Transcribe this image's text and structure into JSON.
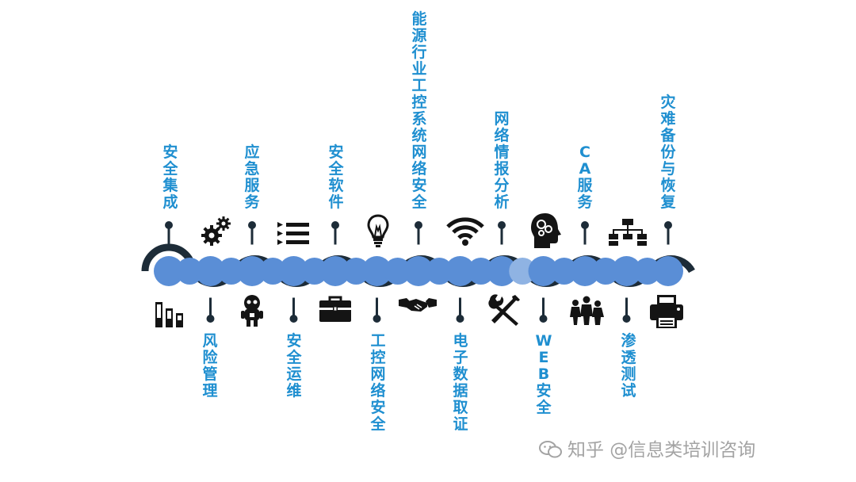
{
  "colors": {
    "wave": "#1d2c38",
    "node": "#5a8ed6",
    "node_light": "#8fb3e3",
    "label": "#1f8fd0",
    "icon": "#141414",
    "watermark": "#9a9a9a"
  },
  "timeline": {
    "items": [
      {
        "label": "安全集成",
        "position": "top",
        "icon": "bar-chart-icon"
      },
      {
        "label": "风险管理",
        "position": "bottom",
        "icon": "gears-icon"
      },
      {
        "label": "应急服务",
        "position": "top",
        "icon": "robot-icon"
      },
      {
        "label": "安全运维",
        "position": "bottom",
        "icon": "list-icon"
      },
      {
        "label": "安全软件",
        "position": "top",
        "icon": "briefcase-icon"
      },
      {
        "label": "工控网络安全",
        "position": "bottom",
        "icon": "lightbulb-icon"
      },
      {
        "label": "能源行业工控系统网络安全",
        "position": "top",
        "icon": "handshake-icon"
      },
      {
        "label": "电子数据取证",
        "position": "bottom",
        "icon": "wifi-icon"
      },
      {
        "label": "网络情报分析",
        "position": "top",
        "icon": "tools-icon"
      },
      {
        "label": "WEB安全",
        "position": "bottom",
        "icon": "head-gears-icon"
      },
      {
        "label": "CA服务",
        "position": "top",
        "icon": "team-icon"
      },
      {
        "label": "渗透测试",
        "position": "bottom",
        "icon": "hierarchy-icon"
      },
      {
        "label": "灾难备份与恢复",
        "position": "top",
        "icon": "printer-icon"
      }
    ]
  },
  "watermark": {
    "text": "知乎 @信息类培训咨询",
    "icon": "wechat-icon"
  }
}
